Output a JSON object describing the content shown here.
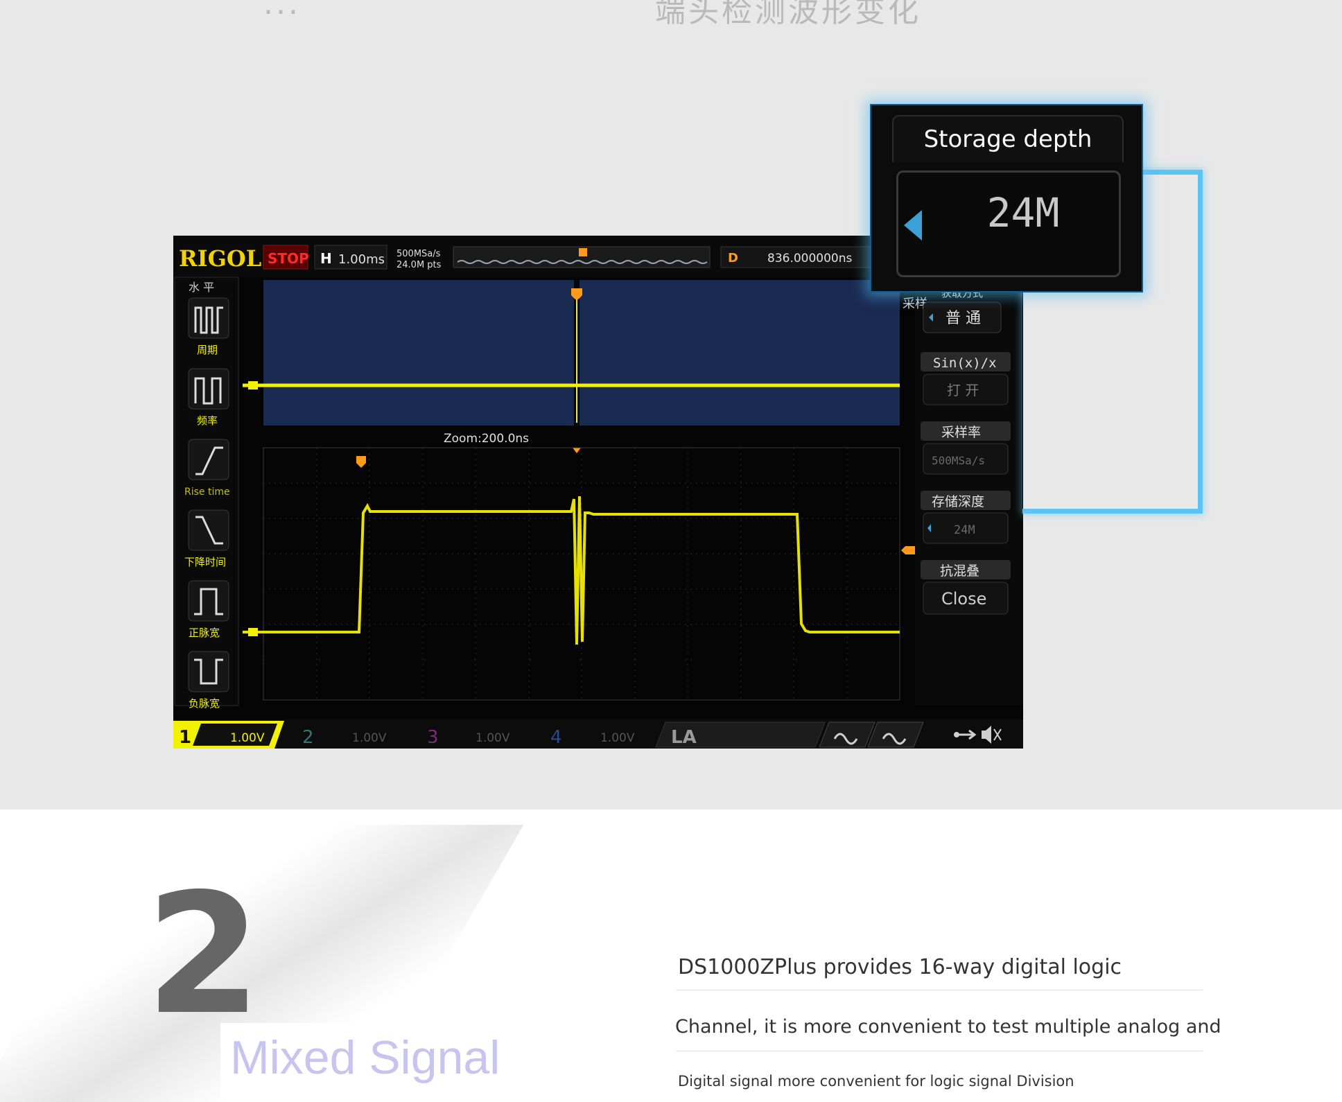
{
  "header_ghost": {
    "left": "...",
    "right": "端头检测波形变化"
  },
  "scope": {
    "brand": "RIGOL",
    "run_state": "STOP",
    "horizontal_label": "H",
    "timebase": "1.00ms",
    "sample_rate": "500MSa/s",
    "memory_points": "24.0M pts",
    "delay_label": "D",
    "delay_value": "836.000000ns",
    "zoom_label": "Zoom:200.0ns",
    "left_menu": {
      "title": "水 平",
      "items": [
        "周期",
        "频率",
        "Rise time",
        "下降时间",
        "正脉宽",
        "负脉宽"
      ]
    },
    "right_menu": {
      "acq_title": "获取方式",
      "acq_side": "采样",
      "acq_value": "普 通",
      "sinx_title": "Sin(x)/x",
      "sinx_value": "打 开",
      "rate_title": "采样率",
      "rate_value": "500MSa/s",
      "depth_title": "存储深度",
      "depth_value": "24M",
      "antialias_title": "抗混叠",
      "antialias_value": "Close"
    },
    "channels": [
      {
        "num": "1",
        "scale": "1.00V",
        "color": "#f2f200"
      },
      {
        "num": "2",
        "scale": "1.00V",
        "color": "#2fb3a7"
      },
      {
        "num": "3",
        "scale": "1.00V",
        "color": "#c83cc8"
      },
      {
        "num": "4",
        "scale": "1.00V",
        "color": "#2f6ad8"
      }
    ],
    "la_label": "LA"
  },
  "popup": {
    "title": "Storage depth",
    "value": "24M"
  },
  "section": {
    "number": "2",
    "title": "Mixed Signal",
    "lines": [
      "DS1000ZPlus provides 16-way digital logic",
      "Channel, it is more convenient to test multiple analog and",
      "Digital signal more convenient for logic signal Division"
    ]
  },
  "colors": {
    "trace": "#f2f200",
    "accent_blue": "#5cc4f5",
    "title_lilac": "#c7c4f0"
  }
}
